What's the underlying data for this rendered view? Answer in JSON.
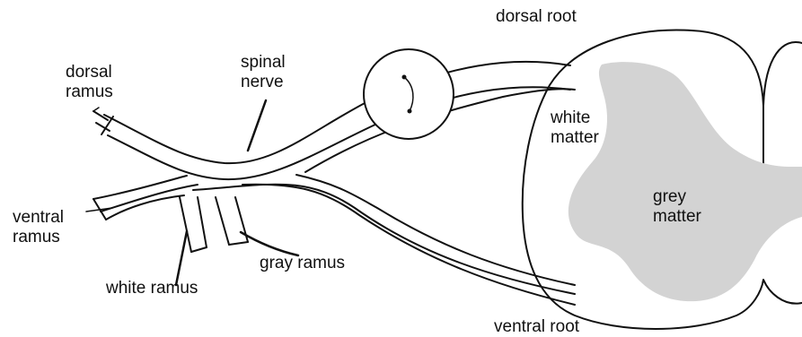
{
  "labels": {
    "dorsal_root": "dorsal root",
    "dorsal_ramus_line1": "dorsal",
    "dorsal_ramus_line2": "ramus",
    "spinal_nerve_line1": "spinal",
    "spinal_nerve_line2": "nerve",
    "white_matter_line1": "white",
    "white_matter_line2": "matter",
    "grey_matter_line1": "grey",
    "grey_matter_line2": "matter",
    "ventral_ramus_line1": "ventral",
    "ventral_ramus_line2": "ramus",
    "gray_ramus": "gray ramus",
    "white_ramus": "white ramus",
    "ventral_root": "ventral root"
  },
  "colors": {
    "stroke": "#111111",
    "grey_matter": "#d3d3d3",
    "background": "#ffffff"
  }
}
